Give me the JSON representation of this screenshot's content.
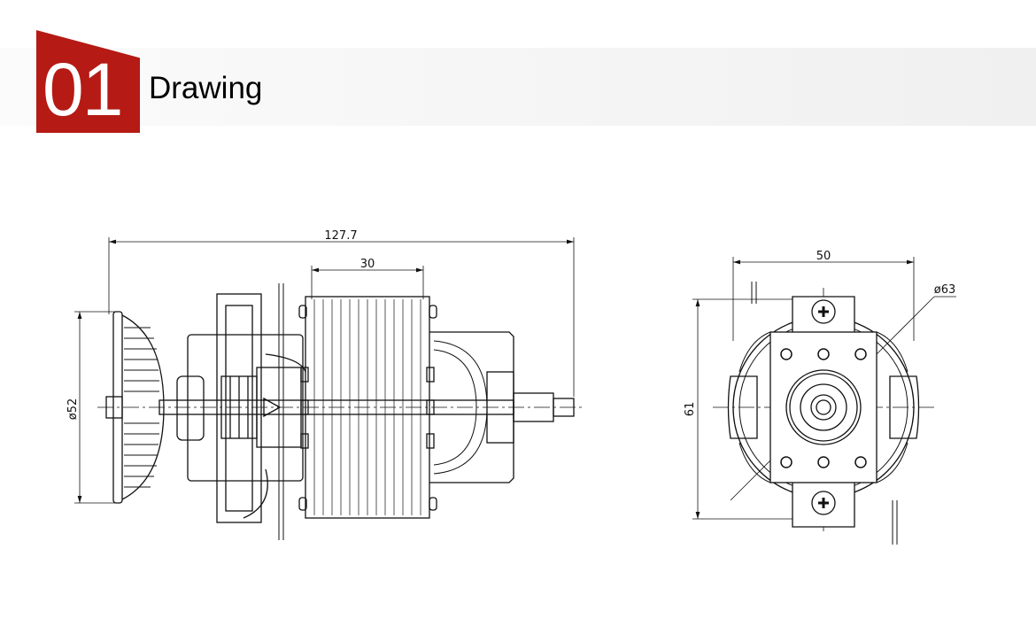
{
  "header": {
    "number": "01",
    "title": "Drawing"
  },
  "dimensions": {
    "overall_length": "127.7",
    "stator_width": "30",
    "fan_diameter": "ø52",
    "frame_width": "50",
    "outer_diameter": "ø63",
    "frame_height": "61"
  }
}
